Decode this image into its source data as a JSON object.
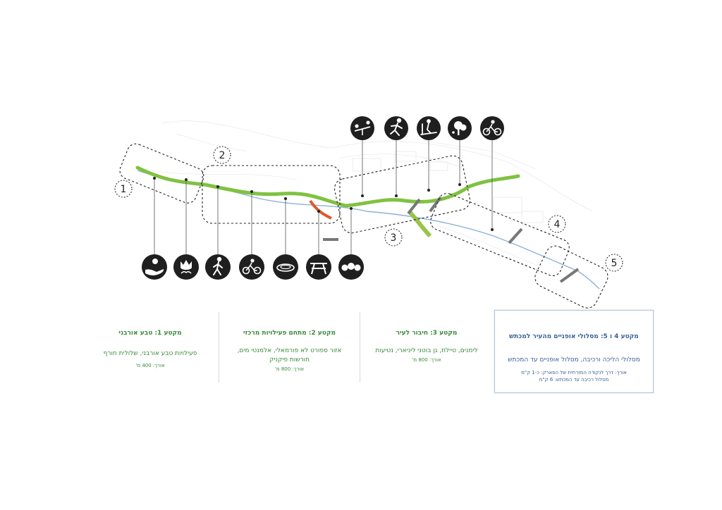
{
  "segment_numbers": [
    "1",
    "2",
    "3",
    "4",
    "5"
  ],
  "top_icons": [
    "playground-icon",
    "running-icon",
    "treadmill-icon",
    "tree-icon",
    "bicycle-icon"
  ],
  "bottom_icons": [
    "nature-hand-icon",
    "flower-icon",
    "walking-icon",
    "bicycle-icon",
    "water-icon",
    "picnic-table-icon",
    "shrubs-icon"
  ],
  "colors": {
    "green": "#3a8a3a",
    "blue": "#3a5f9a",
    "icon": "#1f1f1f",
    "path": "#7fc241"
  },
  "panels": [
    {
      "title": "מקטע 1: טבע אורבני",
      "desc": "פעילויות טבע אורבני, שלולית חורף",
      "length": "אורך: 400 מ'"
    },
    {
      "title": "מקטע 2: מתחם פעילויות מרכזי",
      "desc": "אזור ספורט לא פורמאלי, אלמנטי מים, חורשות פיקניק",
      "length": "אורך: 800 מ'"
    },
    {
      "title": "מקטע 3: חיבור לעיר",
      "desc": "לימנים, טיילת, גן בוטני ליניארי, נטיעות",
      "length": "אורך: 800 מ'"
    },
    {
      "title": "מקטע 4 ו 5: מסלולי אופניים מהעיר למכתש",
      "desc": "מסלולי הליכה ורכיבה, מסלול אופניים עד המכתש",
      "length1": "אורך: דרך לנקודה המזרחית של הפארק: כ-1 ק\"מ",
      "length2": "מסלול רכיבה עד המכתש: 6 ק\"מ"
    }
  ]
}
